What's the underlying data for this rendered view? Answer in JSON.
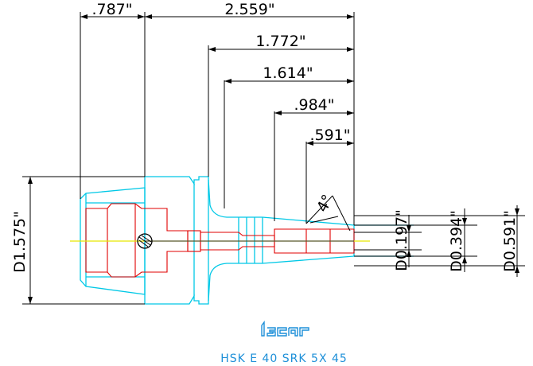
{
  "colors": {
    "dimension": "#000000",
    "holder_outline": "#00c8e6",
    "inner_detail": "#e00000",
    "centerline": "#e6e600",
    "logo": "#1c8fd8"
  },
  "dimensions": {
    "d787": ".787\"",
    "d2559": "2.559\"",
    "d1772": "1.772\"",
    "d1614": "1.614\"",
    "d984": ".984\"",
    "d591": ".591\"",
    "angle": "4°"
  },
  "diameters": {
    "flange": "D1.575\"",
    "d0197": "D0.197\"",
    "d0394": "D0.394\"",
    "d0591": "D0.591\""
  },
  "logo": {
    "text": "iscar"
  },
  "caption": "HSK E 40 SRK 5X 45"
}
